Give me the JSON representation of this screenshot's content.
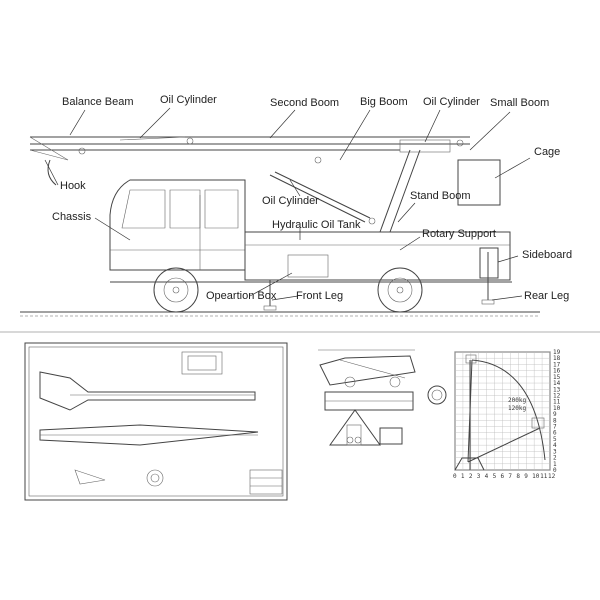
{
  "main_diagram": {
    "labels": {
      "balance_beam": "Balance Beam",
      "oil_cylinder_top": "Oil Cylinder",
      "second_boom": "Second Boom",
      "big_boom": "Big Boom",
      "oil_cylinder_right": "Oil Cylinder",
      "small_boom": "Small Boom",
      "cage": "Cage",
      "hook": "Hook",
      "chassis": "Chassis",
      "oil_cylinder_mid": "Oil Cylinder",
      "stand_boom": "Stand Boom",
      "hydraulic_oil_tank": "Hydraulic Oil Tank",
      "rotary_support": "Rotary Support",
      "sideboard": "Sideboard",
      "operation_box": "Opeartion Box",
      "front_leg": "Front Leg",
      "rear_leg": "Rear Leg"
    }
  },
  "working_range_chart": {
    "y_ticks": [
      "0",
      "1",
      "2",
      "3",
      "4",
      "5",
      "6",
      "7",
      "8",
      "9",
      "10",
      "11",
      "12",
      "13",
      "14",
      "15",
      "16",
      "17",
      "18",
      "19"
    ],
    "x_ticks": [
      "0",
      "1",
      "2",
      "3",
      "4",
      "5",
      "6",
      "7",
      "8",
      "9",
      "10",
      "11",
      "12"
    ],
    "load_labels": [
      "200kg",
      "120kg"
    ]
  }
}
